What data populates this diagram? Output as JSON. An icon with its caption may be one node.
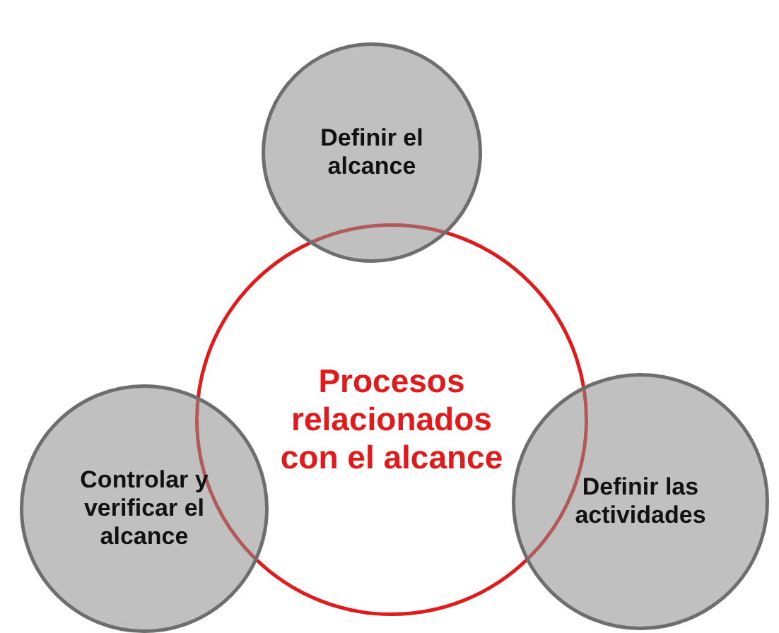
{
  "diagram": {
    "nodes": [
      {
        "text": [
          "Definir el alcance"
        ]
      },
      {
        "text": [
          "Procesos relacionados con el alcance"
        ]
      },
      {
        "text": [
          "Controlar y verificar el alcance"
        ]
      },
      {
        "text": [
          "Definir las actividades"
        ]
      }
    ]
  }
}
